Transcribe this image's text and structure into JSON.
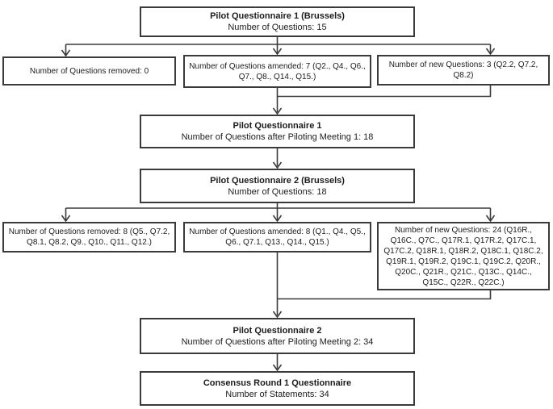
{
  "colors": {
    "line": "#3a3a3a",
    "box_border": "#3a3a3a",
    "text": "#1c1c1c",
    "background": "#ffffff"
  },
  "flowchart": {
    "stage1": {
      "title": "Pilot Questionnaire 1 (Brussels)",
      "subtitle": "Number of Questions: 15"
    },
    "round1": {
      "removed": "Number of Questions removed: 0",
      "amended": "Number of Questions amended: 7 (Q2., Q4., Q6., Q7., Q8., Q14., Q15.)",
      "new_questions": "Number of new Questions: 3 (Q2.2, Q7.2, Q8.2)"
    },
    "stage2": {
      "title": "Pilot Questionnaire 1",
      "subtitle": "Number of Questions after Piloting Meeting 1: 18"
    },
    "stage3": {
      "title": "Pilot Questionnaire 2 (Brussels)",
      "subtitle": "Number of Questions: 18"
    },
    "round2": {
      "removed": "Number of Questions removed: 8 (Q5., Q7.2, Q8.1, Q8.2, Q9., Q10., Q11., Q12.)",
      "amended": "Number of Questions amended: 8 (Q1., Q4., Q5., Q6., Q7.1, Q13., Q14., Q15.)",
      "new_questions": "Number of new Questions: 24 (Q16R., Q16C., Q7C., Q17R.1, Q17R.2, Q17C.1, Q17C.2, Q18R.1, Q18R.2, Q18C.1, Q18C.2, Q19R.1, Q19R.2, Q19C.1, Q19C.2, Q20R., Q20C., Q21R., Q21C., Q13C., Q14C., Q15C., Q22R., Q22C.)"
    },
    "stage4": {
      "title": "Pilot Questionnaire 2",
      "subtitle": "Number of Questions after Piloting Meeting 2: 34"
    },
    "stage5": {
      "title": "Consensus Round 1 Questionnaire",
      "subtitle": "Number of Statements: 34"
    }
  }
}
